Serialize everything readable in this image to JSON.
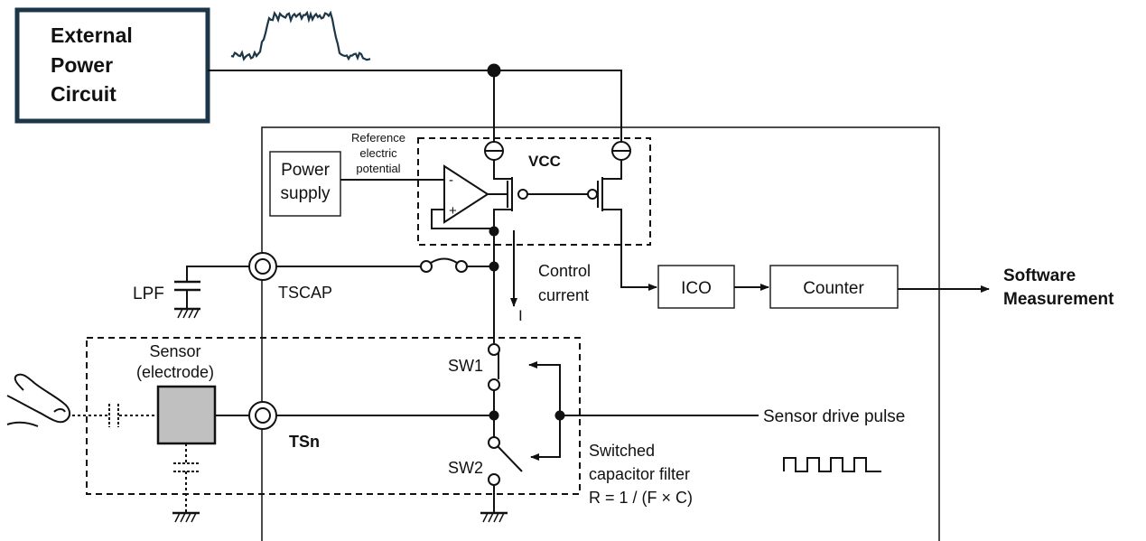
{
  "external_power": {
    "line1": "External",
    "line2": "Power",
    "line3": "Circuit"
  },
  "power_supply": {
    "line1": "Power",
    "line2": "supply"
  },
  "reference": {
    "line1": "Reference",
    "line2": "electric",
    "line3": "potential"
  },
  "vcc": "VCC",
  "opamp_minus": "-",
  "opamp_plus": "+",
  "lpf": "LPF",
  "tscap": "TSCAP",
  "control_current": {
    "line1": "Control",
    "line2": "current"
  },
  "current_symbol": "I",
  "ico": "ICO",
  "counter": "Counter",
  "software_measurement": {
    "line1": "Software",
    "line2": "Measurement"
  },
  "sensor": {
    "line1": "Sensor",
    "line2": "(electrode)"
  },
  "sw1": "SW1",
  "sw2": "SW2",
  "tsn": "TSn",
  "sensor_drive_pulse": "Sensor drive pulse",
  "switched_capacitor": {
    "line1": "Switched",
    "line2": "capacitor filter",
    "line3": "R = 1 / (F × C)"
  },
  "colors": {
    "ext_box_border": "#1c3547",
    "noise_wave": "#1c3547",
    "sensor_fill": "#c0c0c0"
  }
}
